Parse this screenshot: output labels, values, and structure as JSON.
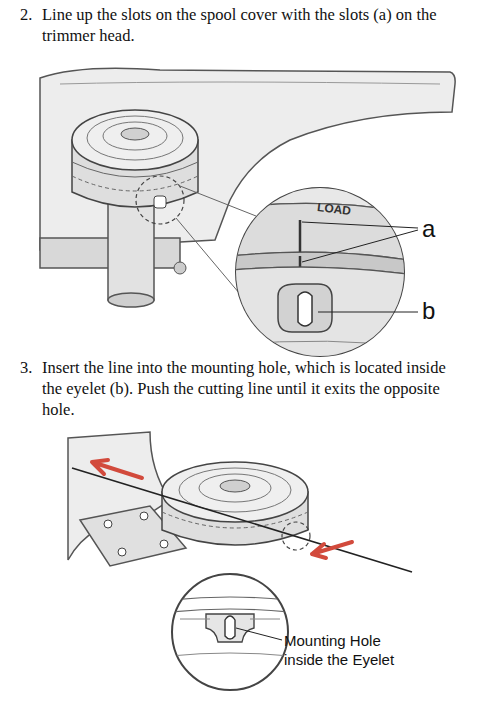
{
  "diagram": {
    "labels": [
      "2.",
      "Line up the slots on the spool cover with the slots (a) on the trimmer head.",
      "LOAD",
      "a",
      "b",
      "3.",
      "Insert the line into the mounting hole, which is located inside the eyelet (b). Push the cutting line until it exits the opposite hole.",
      "Mounting Hole inside the Eyelet"
    ]
  }
}
